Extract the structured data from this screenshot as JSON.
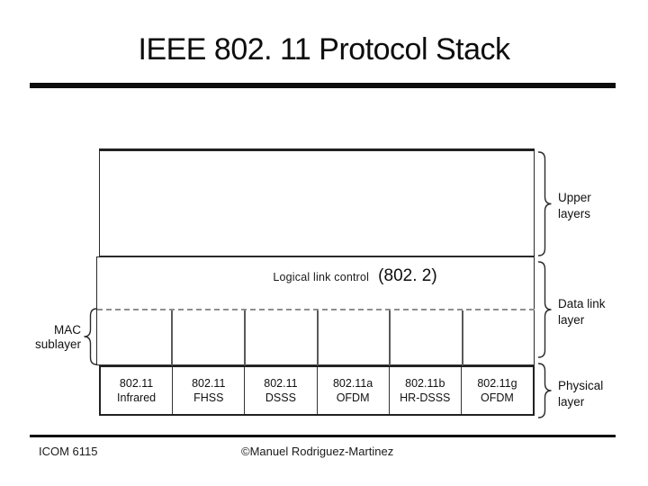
{
  "slide": {
    "title": "IEEE 802. 11 Protocol Stack",
    "footer": {
      "course": "ICOM 6115",
      "copyright": "©Manuel Rodriguez-Martinez"
    }
  },
  "diagram": {
    "llc": {
      "label": "Logical link control",
      "standard": "(802. 2)"
    },
    "mac": {
      "line1": "MAC",
      "line2": "sublayer"
    },
    "layers": {
      "upper": {
        "line1": "Upper",
        "line2": "layers"
      },
      "data_link": {
        "line1": "Data link",
        "line2": "layer"
      },
      "physical": {
        "line1": "Physical",
        "line2": "layer"
      }
    },
    "phy_standards": [
      {
        "line1": "802.11",
        "line2": "Infrared"
      },
      {
        "line1": "802.11",
        "line2": "FHSS"
      },
      {
        "line1": "802.11",
        "line2": "DSSS"
      },
      {
        "line1": "802.11a",
        "line2": "OFDM"
      },
      {
        "line1": "802.11b",
        "line2": "HR-DSSS"
      },
      {
        "line1": "802.11g",
        "line2": "OFDM"
      }
    ]
  },
  "colors": {
    "background": "#ffffff",
    "text": "#000000",
    "border": "#2a2a2a",
    "dashed_line": "#8f8f8f"
  }
}
